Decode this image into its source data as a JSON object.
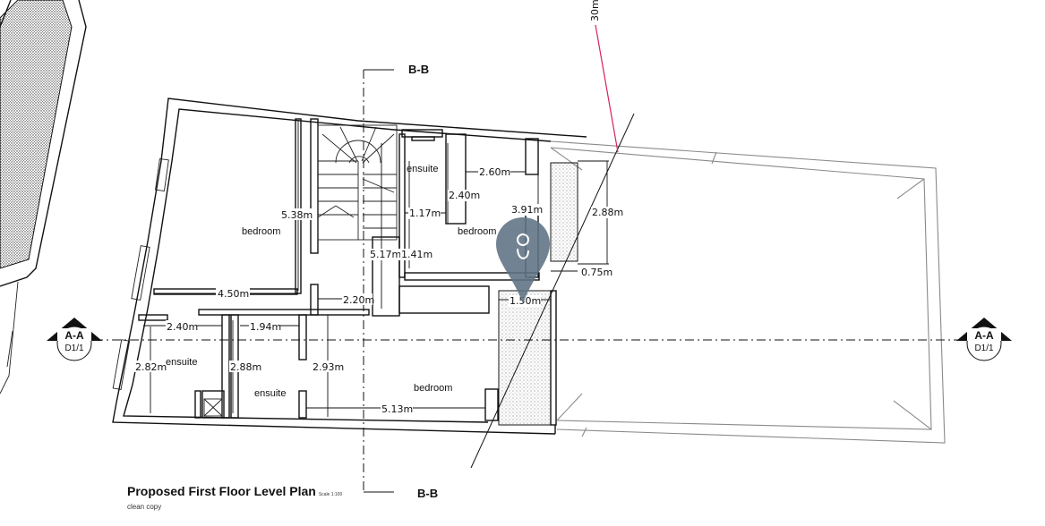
{
  "sections": {
    "bb_label": "B-B",
    "aa_label": "A-A",
    "aa_ref": "D1/1"
  },
  "annotation": {
    "distance_label": "30m"
  },
  "rooms": {
    "bedroom": "bedroom",
    "ensuite": "ensuite"
  },
  "dimensions": {
    "d538": "5.38m",
    "d450": "4.50m",
    "d220": "2.20m",
    "d240a": "2.40m",
    "d194": "1.94m",
    "d282": "2.82m",
    "d288a": "2.88m",
    "d293": "2.93m",
    "d513": "5.13m",
    "d517": "5.17m",
    "d141": "1.41m",
    "d117": "1.17m",
    "d260": "2.60m",
    "d240b": "2.40m",
    "d391": "3.91m",
    "d288b": "2.88m",
    "d075": "0.75m",
    "d150": "1.50m"
  },
  "title_block": {
    "title": "Proposed First Floor Level Plan",
    "scale": "Scale 1:100",
    "subtitle": "clean copy"
  },
  "colors": {
    "marker": "#5e7384",
    "distance_line": "#d6245a",
    "outline": "#8a8a8a"
  }
}
